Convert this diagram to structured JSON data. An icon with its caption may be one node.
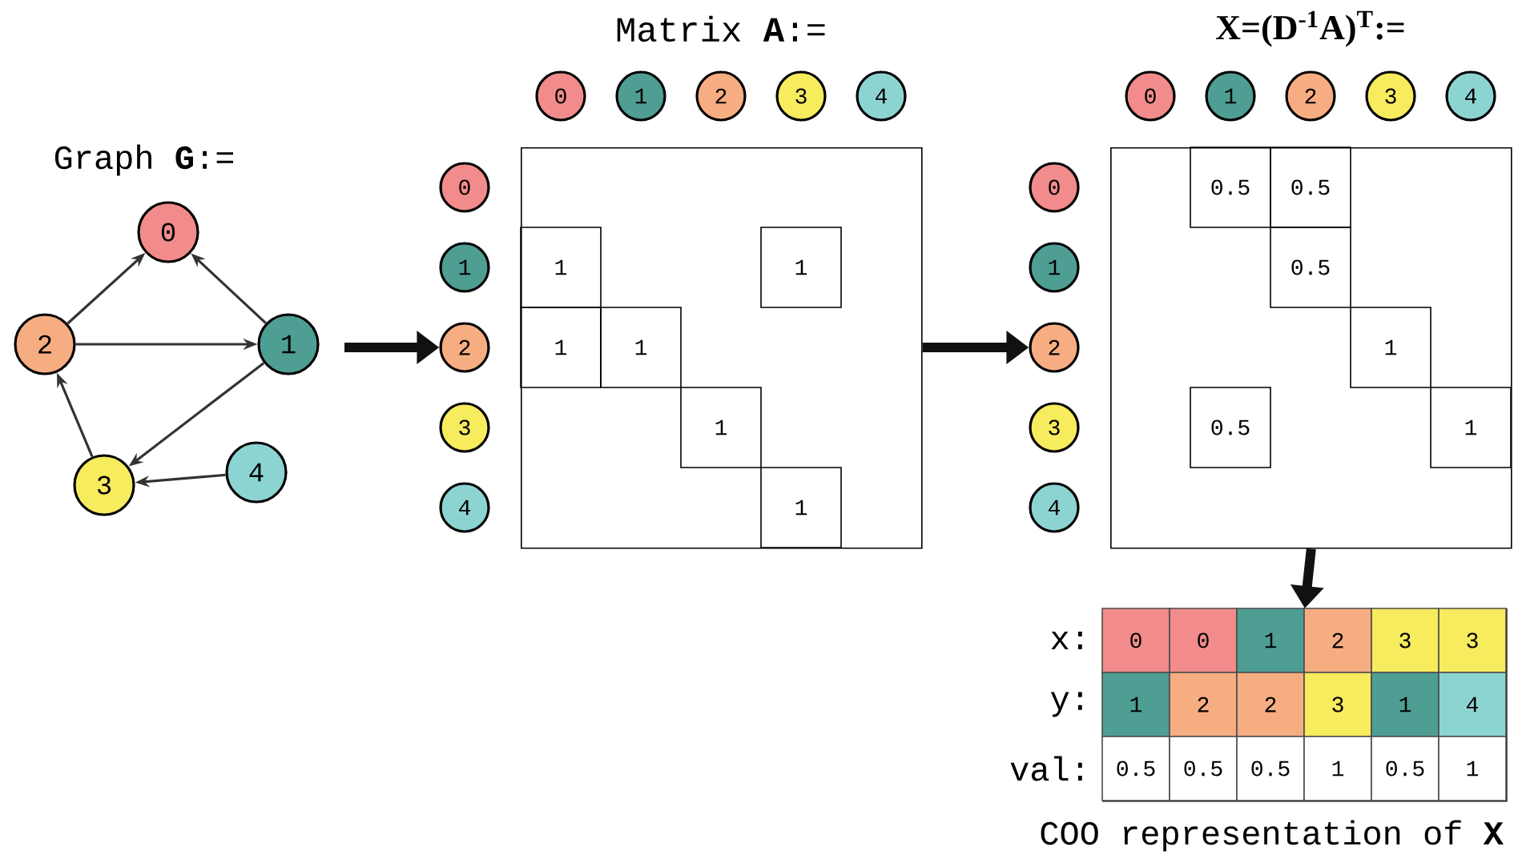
{
  "diagram": {
    "nodes": [
      {
        "text": [
          "0"
        ]
      },
      {
        "text": [
          "1"
        ]
      },
      {
        "text": [
          "2"
        ]
      },
      {
        "text": [
          "3"
        ]
      },
      {
        "text": [
          "4"
        ]
      },
      {
        "text": [
          "Matrix **A**:="
        ]
      },
      {
        "text": [
          "0"
        ]
      },
      {
        "text": [
          "1"
        ]
      },
      {
        "text": [
          "2"
        ]
      },
      {
        "text": [
          "3"
        ]
      },
      {
        "text": [
          "4"
        ]
      },
      {
        "text": [
          "0"
        ]
      },
      {
        "text": [
          "1"
        ]
      },
      {
        "text": [
          "2"
        ]
      },
      {
        "text": [
          "3"
        ]
      },
      {
        "text": [
          "4"
        ]
      },
      {
        "text": [
          "1"
        ],
        "in": 5
      },
      {
        "text": [
          "1"
        ],
        "in": 5
      },
      {
        "text": [
          "1"
        ],
        "in": 5
      },
      {
        "text": [
          "1"
        ],
        "in": 5
      },
      {
        "text": [
          "1"
        ],
        "in": 5
      },
      {
        "text": [
          "1"
        ],
        "in": 5
      },
      {
        "text": [
          "X=(D$^{-1}$A)$^{T}$:="
        ]
      },
      {
        "text": [
          "0"
        ]
      },
      {
        "text": [
          "1"
        ]
      },
      {
        "text": [
          "2"
        ]
      },
      {
        "text": [
          "3"
        ]
      },
      {
        "text": [
          "4"
        ]
      },
      {
        "text": [
          "0"
        ]
      },
      {
        "text": [
          "1"
        ]
      },
      {
        "text": [
          "2"
        ]
      },
      {
        "text": [
          "3"
        ]
      },
      {
        "text": [
          "4"
        ]
      },
      {
        "text": [
          "0.5"
        ],
        "in": 22
      },
      {
        "text": [
          "0.5"
        ],
        "in": 22
      },
      {
        "text": [
          "0.5"
        ],
        "in": 22
      },
      {
        "text": [
          "1"
        ],
        "in": 22
      },
      {
        "text": [
          "0.5"
        ],
        "in": 22
      },
      {
        "text": [
          "1"
        ],
        "in": 22
      },
      {
        "text": [
          "COO representation of **X**"
        ]
      },
      {
        "text": [
          "0"
        ],
        "in": 39
      },
      {
        "text": [
          "0"
        ],
        "in": 39
      },
      {
        "text": [
          "1"
        ],
        "in": 39
      },
      {
        "text": [
          "2"
        ],
        "in": 39
      },
      {
        "text": [
          "3"
        ],
        "in": 39
      },
      {
        "text": [
          "3"
        ],
        "in": 39
      },
      {
        "text": [
          "1"
        ],
        "in": 39
      },
      {
        "text": [
          "2"
        ],
        "in": 39
      },
      {
        "text": [
          "2"
        ],
        "in": 39
      },
      {
        "text": [
          "3"
        ],
        "in": 39
      },
      {
        "text": [
          "1"
        ],
        "in": 39
      },
      {
        "text": [
          "4"
        ],
        "in": 39
      },
      {
        "text": [
          "0.5"
        ],
        "in": 39
      },
      {
        "text": [
          "0.5"
        ],
        "in": 39
      },
      {
        "text": [
          "0.5"
        ],
        "in": 39
      },
      {
        "text": [
          "1"
        ],
        "in": 39
      },
      {
        "text": [
          "0.5"
        ],
        "in": 39
      },
      {
        "text": [
          "1"
        ],
        "in": 39
      }
    ],
    "edges": [
      {
        "from": 2,
        "to": 0,
        "arrow": "to"
      },
      {
        "from": 1,
        "to": 0,
        "arrow": "to"
      },
      {
        "from": 2,
        "to": 1,
        "arrow": "to"
      },
      {
        "from": 1,
        "to": 3,
        "arrow": "to"
      },
      {
        "from": 3,
        "to": 2,
        "arrow": "to"
      },
      {
        "from": 4,
        "to": 3,
        "arrow": "to"
      },
      {
        "from": null,
        "to": 13,
        "arrow": "to",
        "style": "thick",
        "color": "#111111"
      },
      {
        "from": 5,
        "to": 30,
        "arrow": "to",
        "style": "thick",
        "color": "#111111"
      },
      {
        "from": 22,
        "to": 39,
        "arrow": "to",
        "style": "thick",
        "color": "#111111"
      }
    ],
    "labels": [
      "Graph **G**:=",
      "x:",
      "y:",
      "val:"
    ]
  }
}
